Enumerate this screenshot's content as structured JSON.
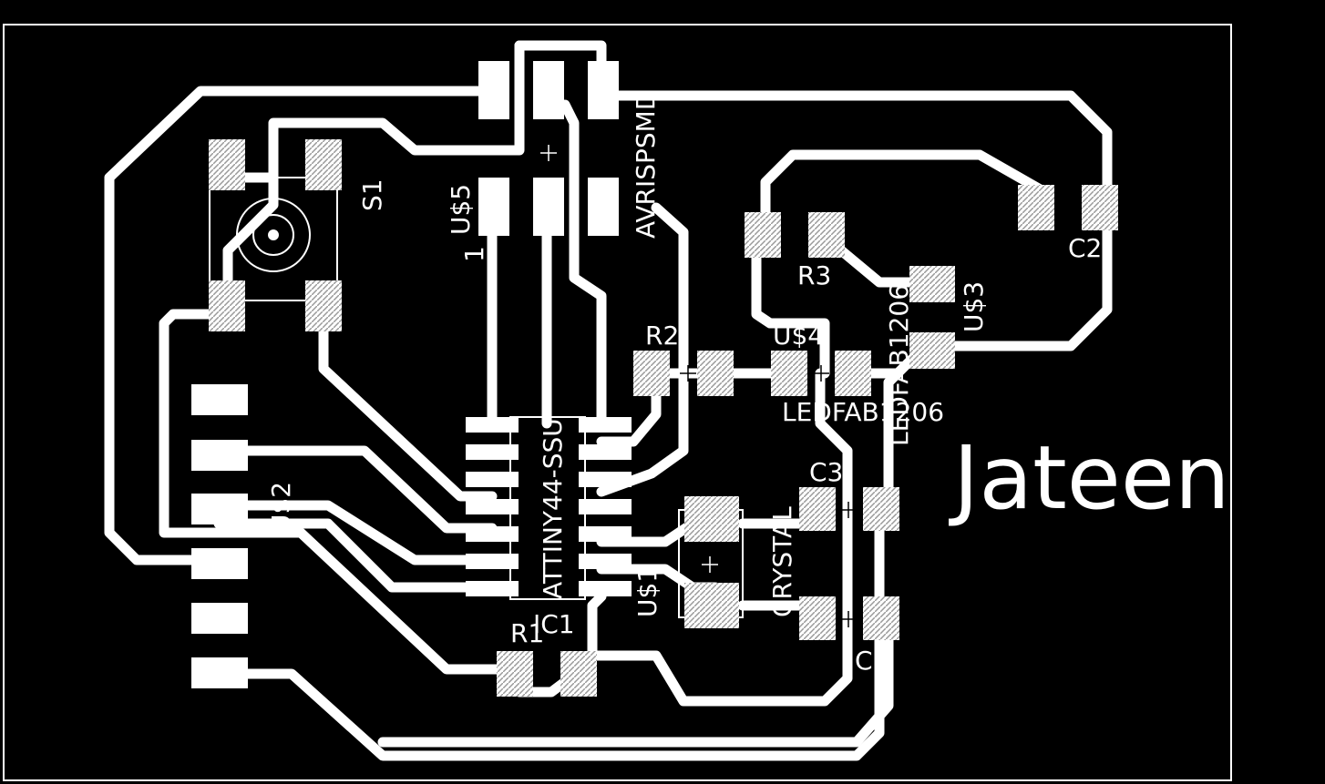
{
  "board": {
    "signature": "Jateen",
    "colors": {
      "background": "#000000",
      "copper": "#ffffff",
      "silk": "#ffffff",
      "hatch": "#9a9a9a"
    }
  },
  "labels": {
    "avrisp": "AVRISPSMD",
    "us5": "U$5",
    "pin1": "1",
    "s1": "S1",
    "attiny": "ATTINY44-SSU",
    "ic1": "IC1",
    "us2": "U$2",
    "us1": "U$1",
    "crystal": "CRYSTAL",
    "r1": "R1",
    "r2": "R2",
    "r3": "R3",
    "us4": "U$4",
    "led": "LEDFAB1206",
    "us3": "U$3",
    "us3_part": "LEDFAB1206",
    "c1": "C1",
    "c2": "C2",
    "c3": "C3"
  }
}
